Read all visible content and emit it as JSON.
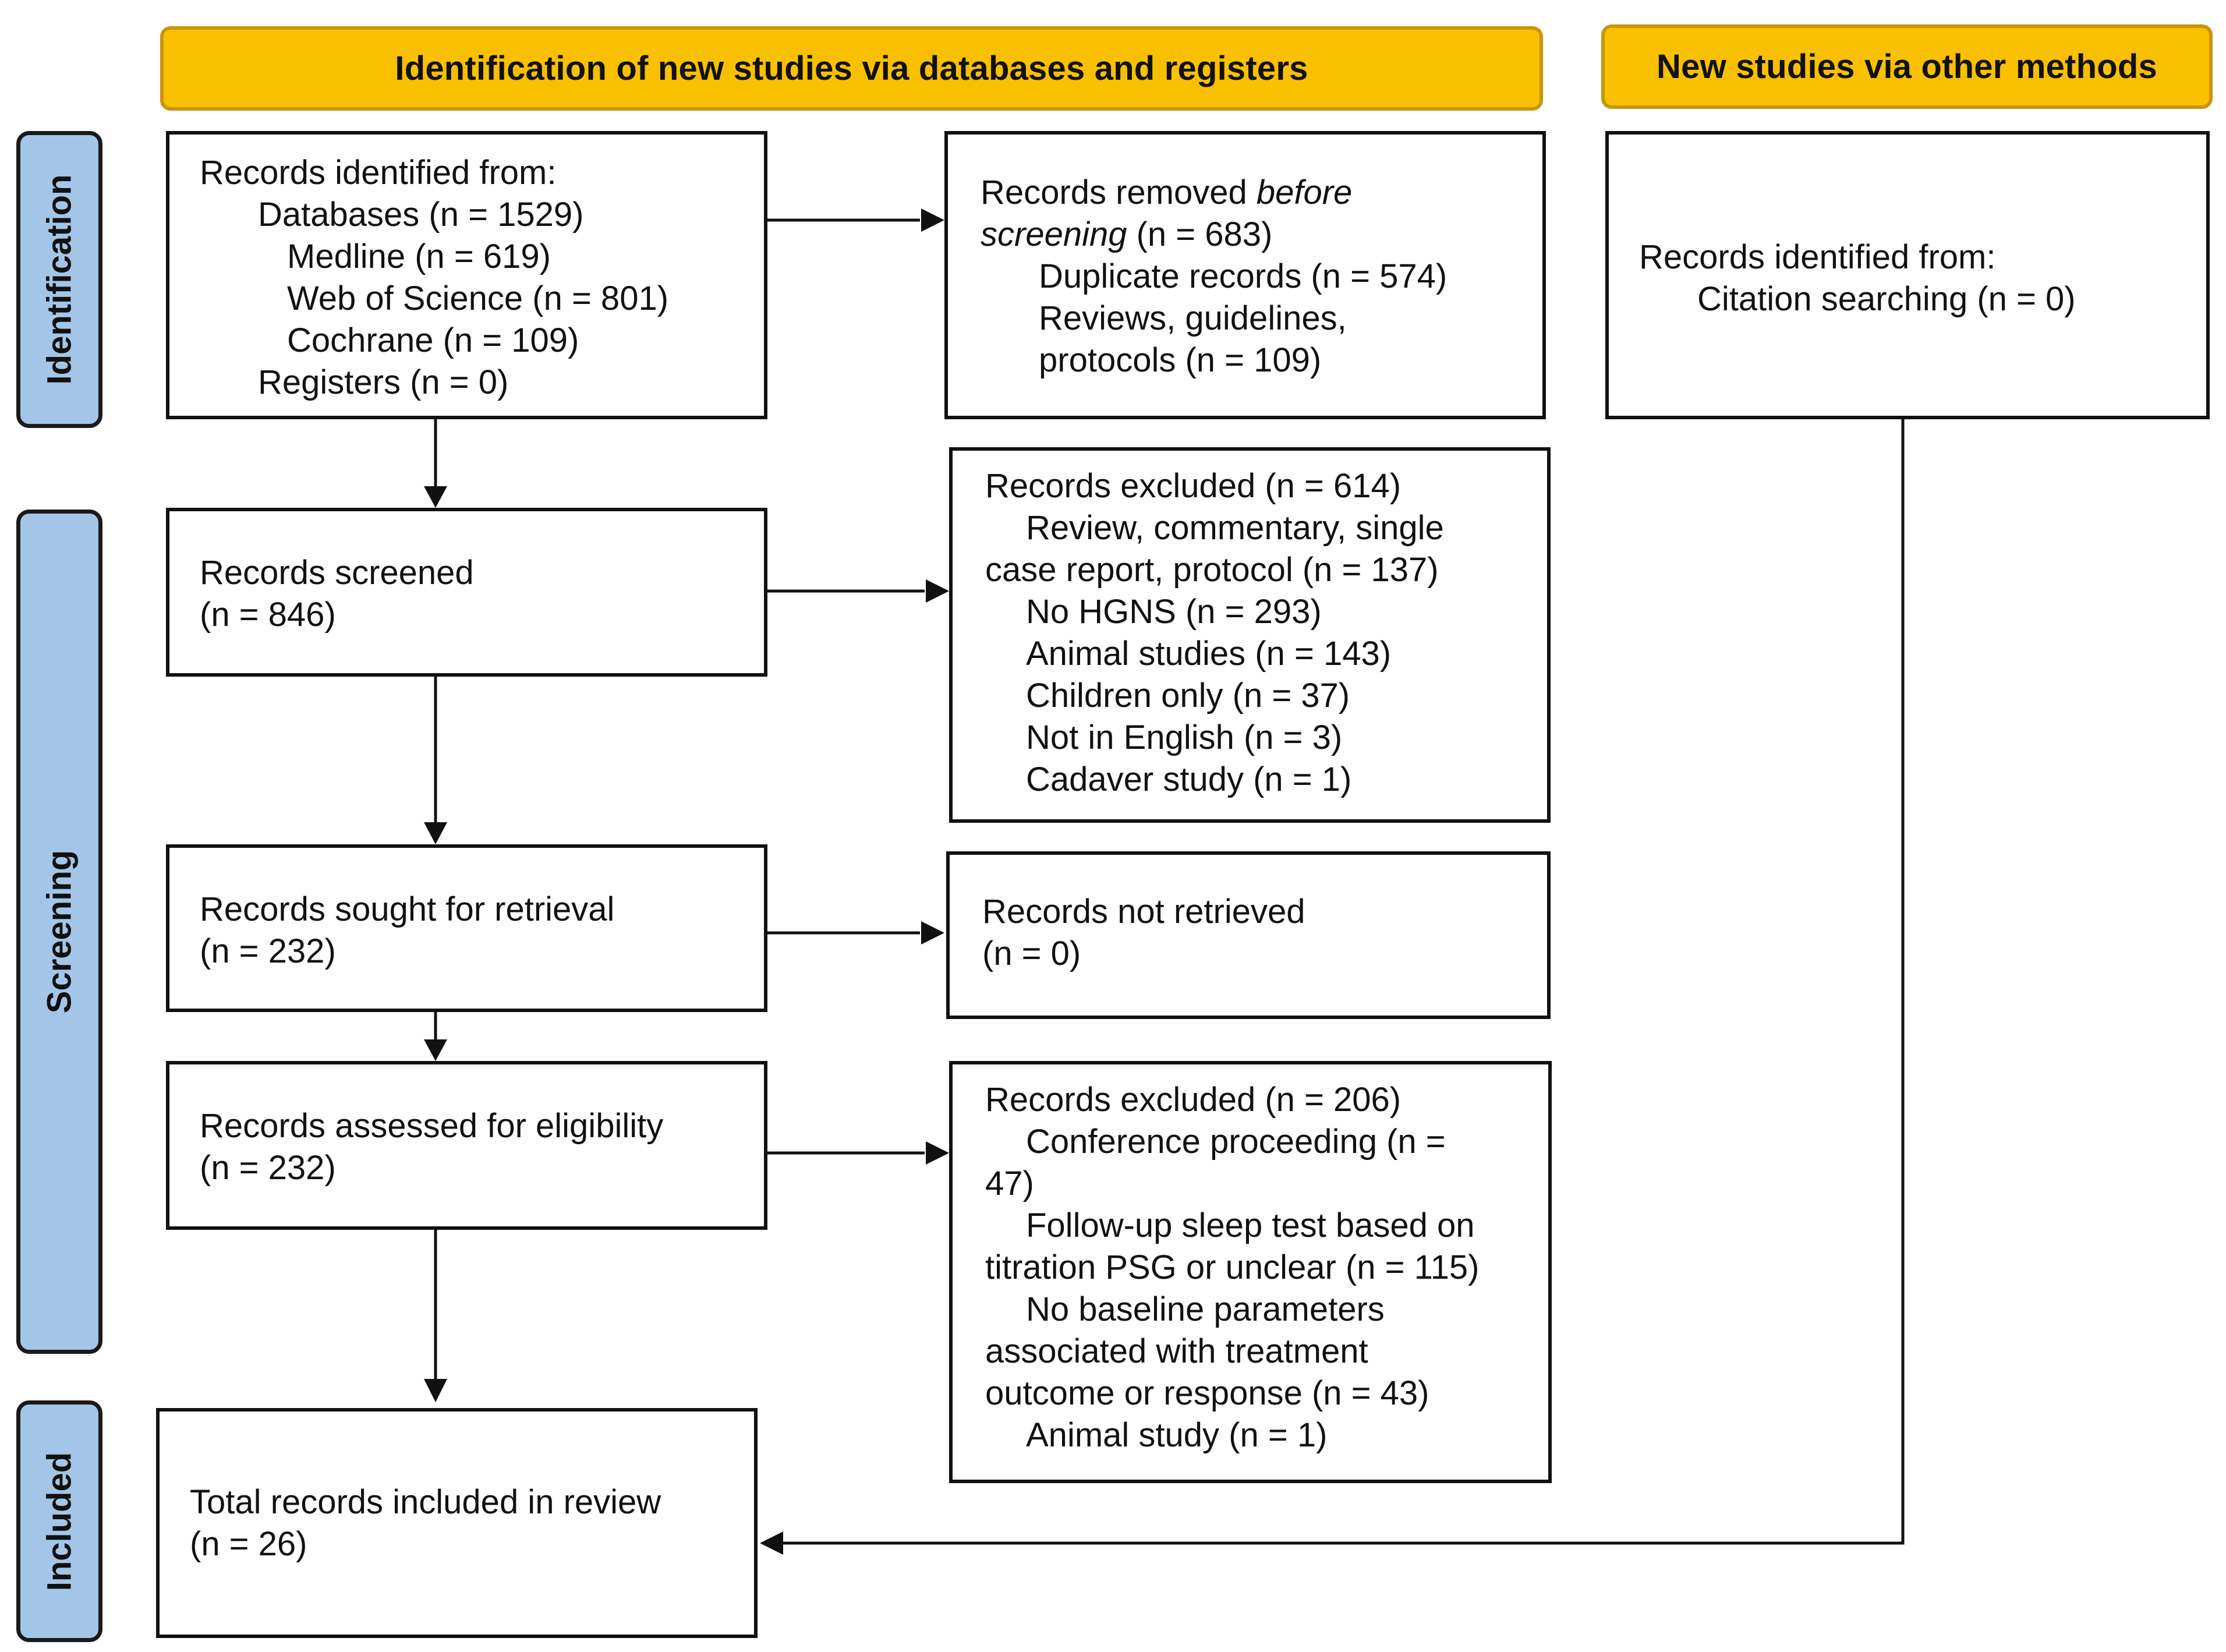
{
  "headers": {
    "databases": "Identification of new studies via databases and registers",
    "other": "New studies via other methods"
  },
  "phases": {
    "identification": "Identification",
    "screening": "Screening",
    "included": "Included"
  },
  "identified": {
    "title": "Records identified from:",
    "databases": "Databases (n = 1529)",
    "medline": "Medline (n = 619)",
    "wos": "Web of Science (n = 801)",
    "cochrane": "Cochrane (n = 109)",
    "registers": "Registers (n = 0)"
  },
  "removed": {
    "prefix": "Records removed ",
    "before": "before",
    "screening_word": "screening",
    "count": " (n = 683)",
    "duplicates": "Duplicate records (n = 574)",
    "reviews_1": "Reviews, guidelines,",
    "reviews_2": "protocols (n = 109)"
  },
  "other_identified": {
    "title": "Records identified from:",
    "citation": "Citation searching (n = 0)"
  },
  "screened": {
    "title": "Records screened",
    "count": "(n = 846)"
  },
  "excluded_screening": {
    "title": "Records excluded (n = 614)",
    "r1a": "Review, commentary, single",
    "r1b": "case report, protocol (n = 137)",
    "r2": "No HGNS (n = 293)",
    "r3": "Animal studies (n = 143)",
    "r4": "Children only (n = 37)",
    "r5": "Not in English (n = 3)",
    "r6": "Cadaver study (n = 1)"
  },
  "sought": {
    "title": "Records sought for retrieval",
    "count": "(n = 232)"
  },
  "not_retrieved": {
    "title": "Records not retrieved",
    "count": "(n = 0)"
  },
  "assessed": {
    "title": "Records assessed for eligibility",
    "count": "(n = 232)"
  },
  "excluded_eligibility": {
    "title": "Records excluded (n = 206)",
    "r1a": "Conference proceeding (n =",
    "r1b": "47)",
    "r2a": "Follow-up sleep test based on",
    "r2b": "titration PSG or unclear (n = 115)",
    "r3a": "No baseline parameters",
    "r3b": "associated with treatment",
    "r3c": "outcome or response (n = 43)",
    "r4": "Animal study (n = 1)"
  },
  "included": {
    "title": "Total records included in review",
    "count": "(n = 26)"
  },
  "colors": {
    "header_fill": "#f8c000",
    "header_border": "#c9940f",
    "phase_fill": "#a3c6e8",
    "line": "#111111"
  }
}
